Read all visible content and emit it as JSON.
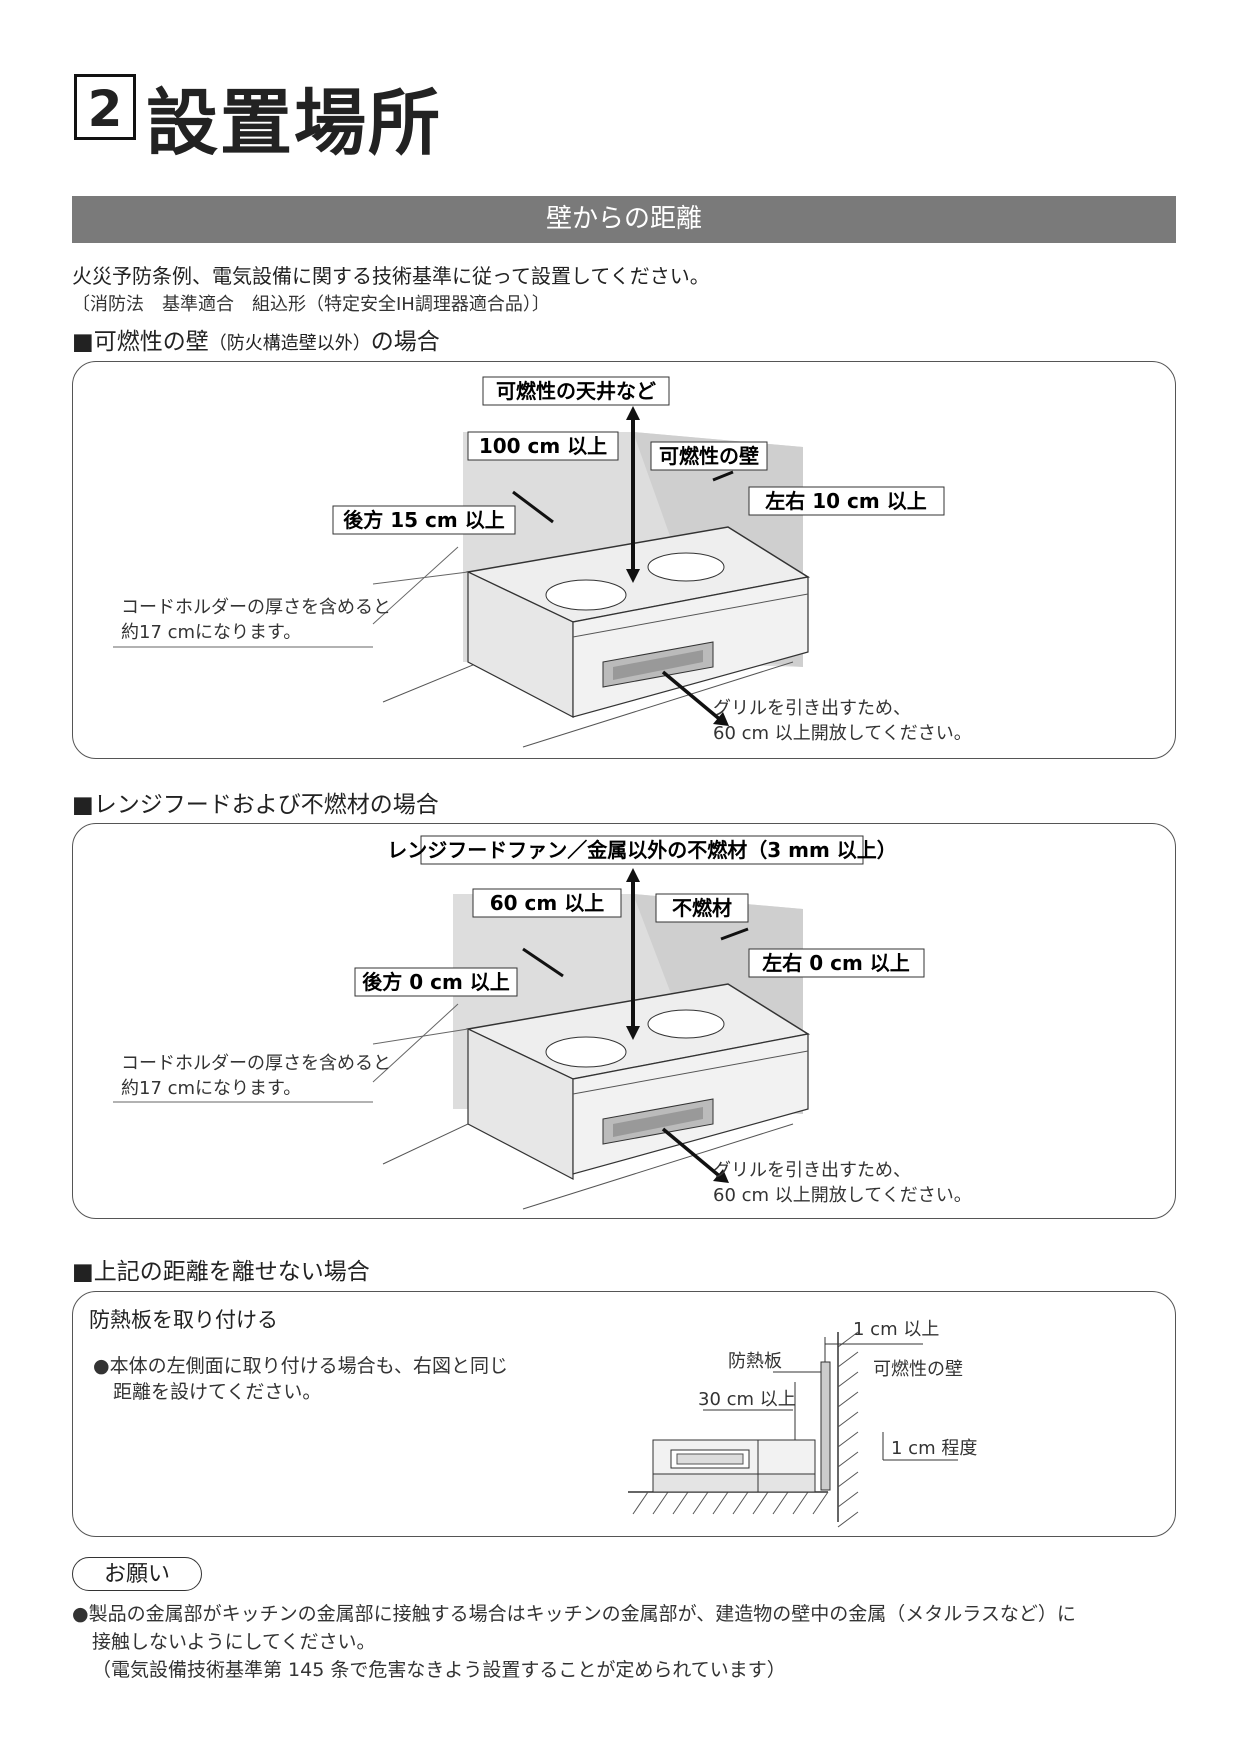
{
  "header": {
    "number": "2",
    "title": "設置場所"
  },
  "band": {
    "title": "壁からの距離"
  },
  "intro": {
    "line1": "火災予防条例、電気設備に関する技術基準に従って設置してください。",
    "line2": "〔消防法　基準適合　組込形（特定安全IH調理器適合品）〕"
  },
  "section1": {
    "title_main": "■可燃性の壁",
    "title_small": "（防火構造壁以外）",
    "title_end": "の場合",
    "labels": {
      "ceiling": "可燃性の天井など",
      "height": "100 cm 以上",
      "wall": "可燃性の壁",
      "side": "左右 10 cm 以上",
      "rear": "後方 15 cm 以上",
      "cord1": "コードホルダーの厚さを含めると",
      "cord2": "約17 cmになります。",
      "grill1": "グリルを引き出すため、",
      "grill2": "60 cm 以上開放してください。"
    }
  },
  "section2": {
    "title": "■レンジフードおよび不燃材の場合",
    "labels": {
      "ceiling": "レンジフードファン／金属以外の不燃材（3 mm 以上）",
      "height": "60 cm 以上",
      "wall": "不燃材",
      "side": "左右 0 cm 以上",
      "rear": "後方 0 cm 以上",
      "cord1": "コードホルダーの厚さを含めると",
      "cord2": "約17 cmになります。",
      "grill1": "グリルを引き出すため、",
      "grill2": "60 cm 以上開放してください。"
    }
  },
  "section3": {
    "title": "■上記の距離を離せない場合",
    "subheading": "防熱板を取り付ける",
    "bullet1": "●本体の左側面に取り付ける場合も、右図と同じ",
    "bullet2": "距離を設けてください。",
    "labels": {
      "gap": "1 cm 以上",
      "plate": "防熱板",
      "wall": "可燃性の壁",
      "height": "30 cm 以上",
      "bottom": "1 cm 程度"
    }
  },
  "request": {
    "badge": "お願い",
    "line1": "●製品の金属部がキッチンの金属部に接触する場合はキッチンの金属部が、建造物の壁中の金属（メタルラスなど）に",
    "line2": "接触しないようにしてください。",
    "line3": "（電気設備技術基準第 145 条で危害なきよう設置することが定められています）"
  }
}
